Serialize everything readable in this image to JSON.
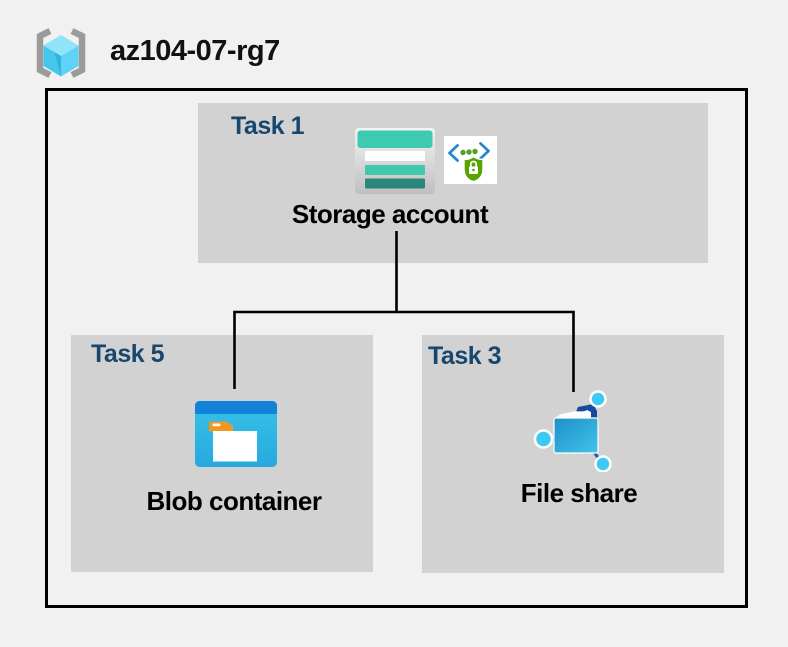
{
  "resource_group": {
    "name": "az104-07-rg7"
  },
  "tasks": {
    "task1": {
      "label": "Task 1",
      "node": "Storage account"
    },
    "task5": {
      "label": "Task 5",
      "node": "Blob container"
    },
    "task3": {
      "label": "Task 3",
      "node": "File share"
    }
  },
  "connections": [
    {
      "from": "Storage account",
      "to": "Blob container"
    },
    {
      "from": "Storage account",
      "to": "File share"
    }
  ],
  "icons": {
    "resource_group": "resource-group-icon",
    "storage_account": "storage-account-icon",
    "secure_access": "secure-access-icon",
    "blob_container": "blob-container-icon",
    "file_share": "file-share-icon"
  },
  "colors": {
    "background": "#f1f1f1",
    "task_box_fill": "#d2d2d2",
    "outer_border": "#000000",
    "task_label": "#17466f",
    "node_label": "#000000",
    "connector": "#000000",
    "storage_teal": "#3ec9b1",
    "storage_teal_mid": "#41c9ae",
    "storage_teal_dark": "#2b877c",
    "blob_header_blue": "#1182d7",
    "blob_body_cyan": "#31bce6",
    "folder_tab_orange": "#f3971e",
    "shield_green": "#57a300",
    "code_bracket_blue": "#2787cd",
    "file_share_node_cyan": "#3dc9f3",
    "file_share_flap_navy": "#164a9e",
    "rg_bracket_gray": "#9b9b9b",
    "rg_cube_top": "#90e4f9",
    "rg_cube_left": "#45c6ed",
    "rg_cube_right": "#60d3f4"
  }
}
